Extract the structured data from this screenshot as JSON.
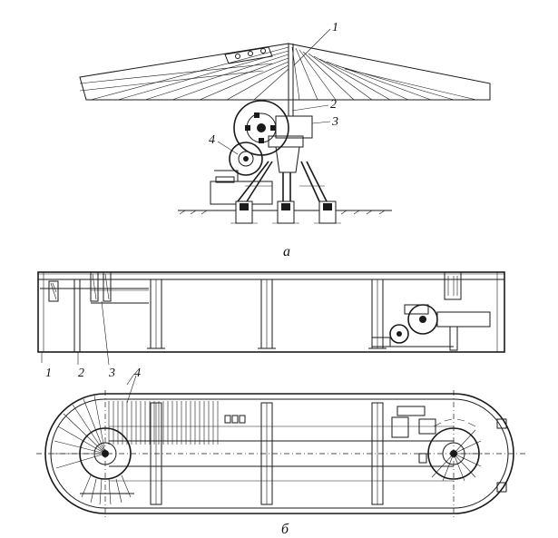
{
  "views": {
    "side": {
      "caption": "а",
      "callouts": [
        "1",
        "2",
        "3",
        "4"
      ]
    },
    "section": {
      "callouts": [
        "1",
        "2",
        "3",
        "4"
      ]
    },
    "plan": {
      "caption": "б"
    }
  }
}
